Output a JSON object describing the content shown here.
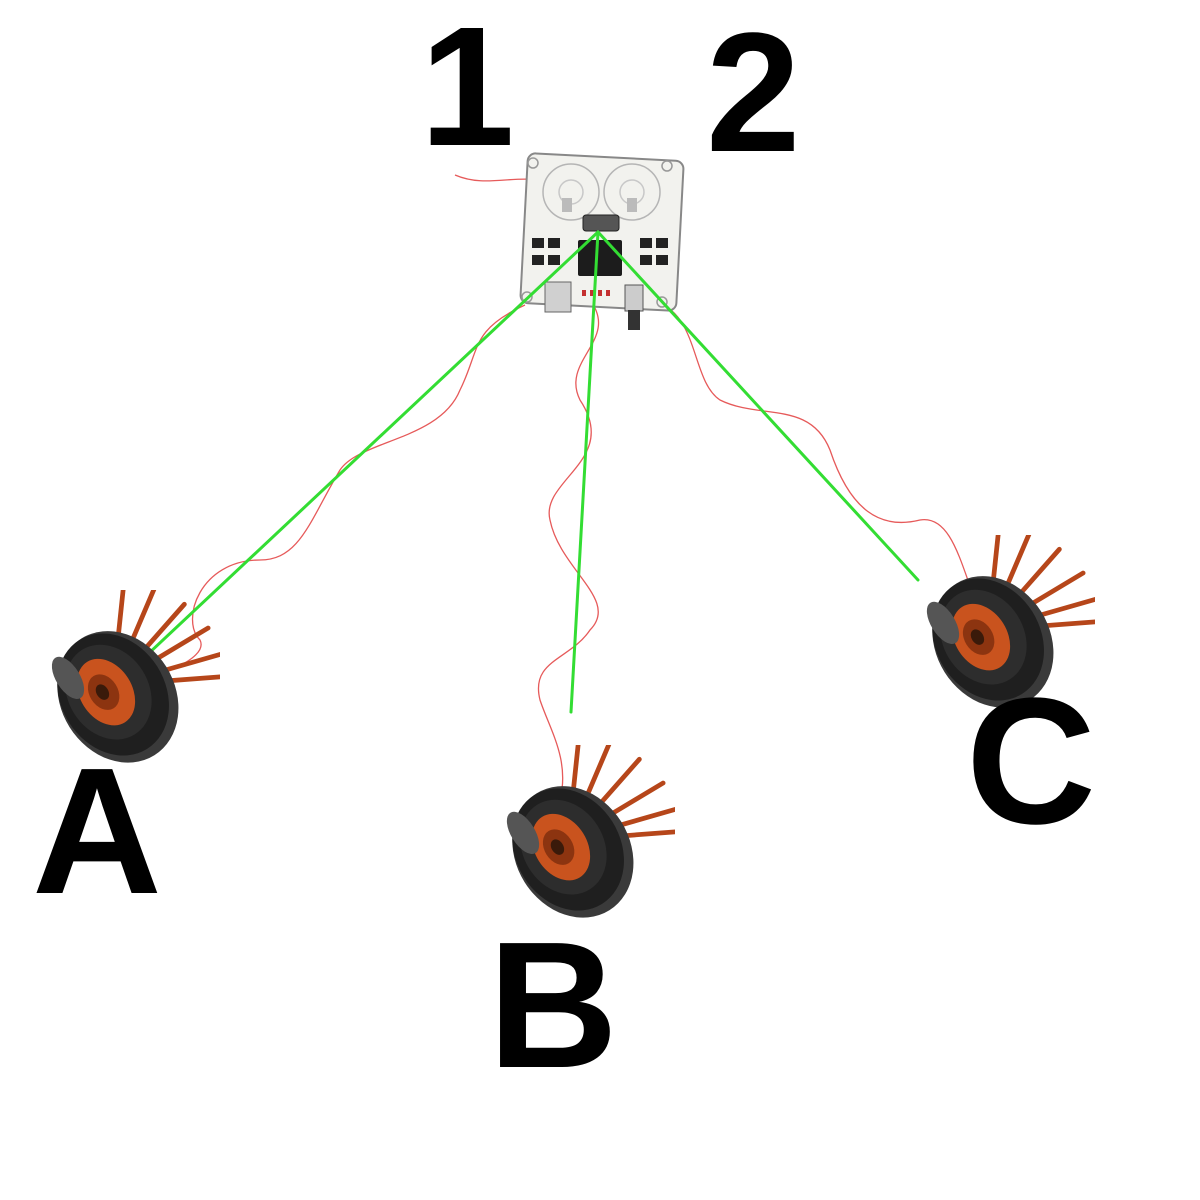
{
  "labels": {
    "input_1": "1",
    "input_2": "2",
    "speaker_a": "A",
    "speaker_b": "B",
    "speaker_c": "C"
  },
  "colors": {
    "green_line": "#33dd33",
    "red_wire": "#e65a5a",
    "text": "#000000",
    "board": "#f2f2ee",
    "speaker_body": "#2b2b2b",
    "speaker_cone": "#c9531e",
    "sound_rays": "#b6461a"
  },
  "icons": {
    "board": "audio-board-icon",
    "speaker": "speaker-icon"
  }
}
